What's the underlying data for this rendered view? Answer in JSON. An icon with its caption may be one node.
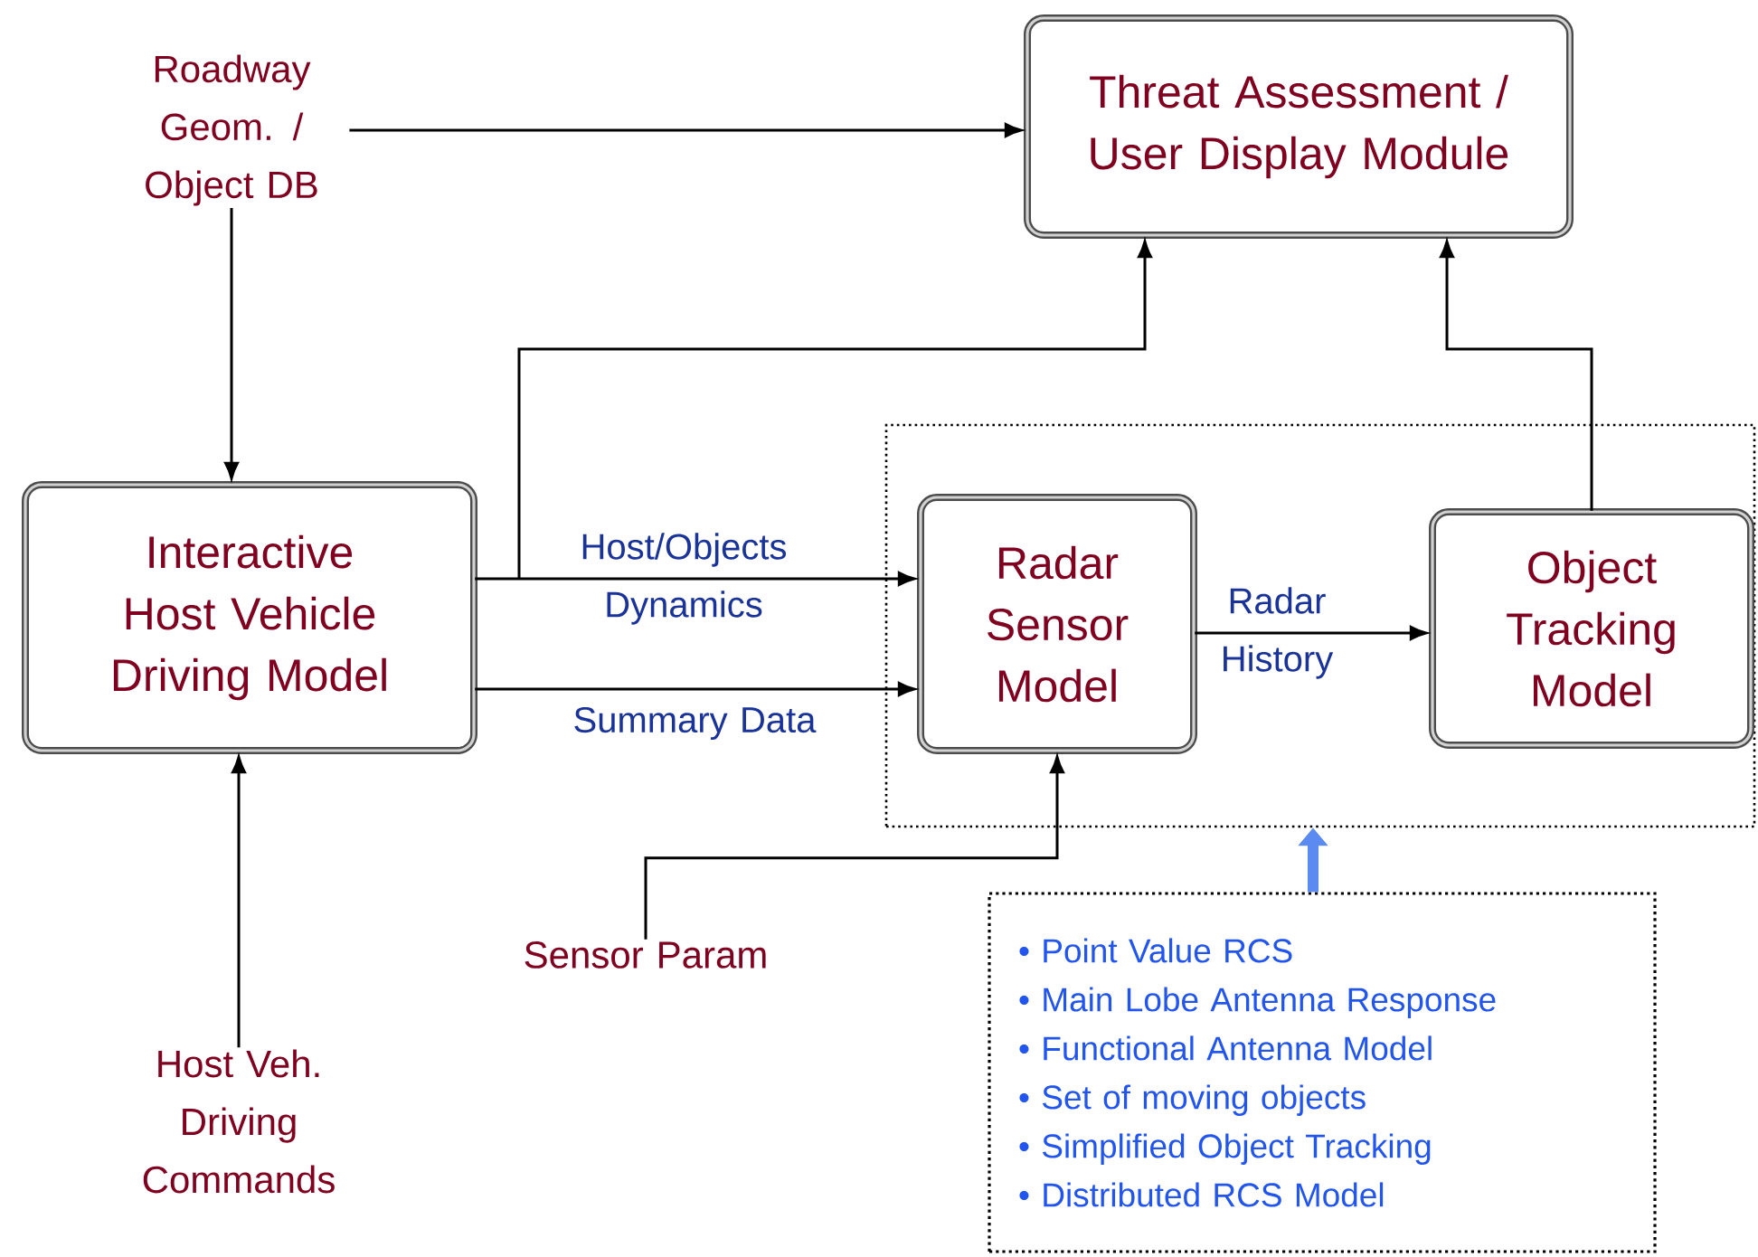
{
  "diagram": {
    "nodes": [
      {
        "text": [
          "Roadway Geom. / Object DB"
        ]
      },
      {
        "text": [
          "Threat Assessment / User Display Module"
        ]
      },
      {
        "text": [
          "Interactive Host Vehicle Driving Model"
        ]
      },
      {
        "text": [],
        "shape": "box"
      },
      {
        "text": [
          "Radar Sensor Model"
        ],
        "in": 3
      },
      {
        "text": [
          "Object Tracking Model"
        ],
        "in": 3
      },
      {
        "text": [
          "Sensor Param"
        ]
      },
      {
        "text": [
          "Host Veh. Driving Commands"
        ]
      },
      {
        "text": [
          "• Point Value RCS",
          "• Main Lobe Antenna Response",
          "• Functional Antenna Model",
          "• Set of moving objects",
          "• Simplified Object Tracking",
          "• Distributed RCS Model"
        ]
      }
    ],
    "edges": [
      {
        "from": 0,
        "to": 1,
        "arrow": "to"
      },
      {
        "from": 0,
        "to": 2,
        "arrow": "to"
      },
      {
        "from": 2,
        "to": 1,
        "arrow": "to"
      },
      {
        "from": 2,
        "to": 4,
        "arrow": "to",
        "label": "Host/Objects Dynamics"
      },
      {
        "from": 2,
        "to": 4,
        "arrow": "to",
        "label": "Summary Data"
      },
      {
        "from": 4,
        "to": 5,
        "arrow": "to",
        "label": "Radar History"
      },
      {
        "from": 5,
        "to": 1,
        "arrow": "to"
      },
      {
        "from": 6,
        "to": 4,
        "arrow": "to"
      },
      {
        "from": 7,
        "to": 2,
        "arrow": "to"
      },
      {
        "from": 8,
        "to": 3,
        "arrow": "to",
        "style": "thick",
        "color": "#5b8af0"
      }
    ]
  }
}
